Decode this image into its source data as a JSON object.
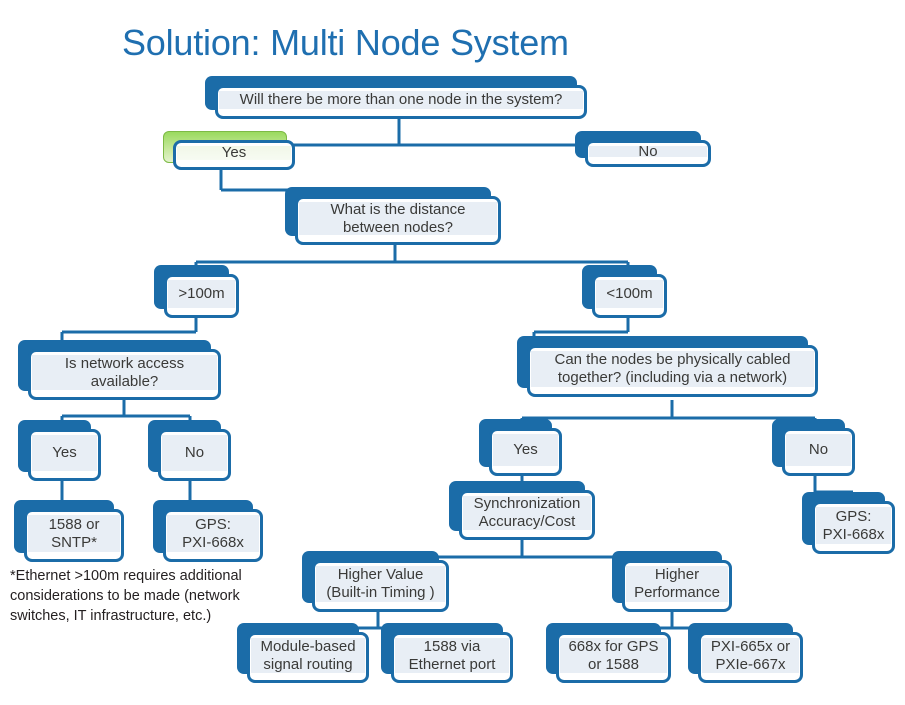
{
  "title": "Solution: Multi Node System",
  "colors": {
    "title_blue": "#1F6FB0",
    "box_border_blue": "#1B6CA8",
    "box_shadow_blue": "#1B6CA8",
    "box_fill": "#E8EEF5",
    "highlight_green": "#9ADA5E",
    "text": "#3A3A38",
    "background": "#FFFFFF"
  },
  "footnote": "*Ethernet >100m requires additional considerations to be made (network switches, IT infrastructure, etc.)",
  "chart_data": {
    "type": "diagram",
    "title": "Solution: Multi Node System",
    "nodes": [
      {
        "id": "q-multinode",
        "label": "Will there be more than one node in the system?",
        "highlight": false
      },
      {
        "id": "a-yes-top",
        "label": "Yes",
        "highlight": true
      },
      {
        "id": "a-no-top",
        "label": "No",
        "highlight": false
      },
      {
        "id": "q-distance",
        "label": "What is the distance\nbetween nodes?",
        "highlight": false
      },
      {
        "id": "a-over-100m",
        "label": ">100m",
        "highlight": false
      },
      {
        "id": "a-under-100m",
        "label": "<100m",
        "highlight": false
      },
      {
        "id": "q-network",
        "label": "Is network access\navailable?",
        "highlight": false
      },
      {
        "id": "q-cabled",
        "label": "Can the nodes be physically cabled\ntogether?  (including via a network)",
        "highlight": false
      },
      {
        "id": "a-net-yes",
        "label": "Yes",
        "highlight": false
      },
      {
        "id": "a-net-no",
        "label": "No",
        "highlight": false
      },
      {
        "id": "r-1588-sntp",
        "label": "1588 or\nSNTP*",
        "highlight": false
      },
      {
        "id": "r-gps-668x-left",
        "label": "GPS:\nPXI-668x",
        "highlight": false
      },
      {
        "id": "a-cab-yes",
        "label": "Yes",
        "highlight": false
      },
      {
        "id": "a-cab-no",
        "label": "No",
        "highlight": false
      },
      {
        "id": "q-sync",
        "label": "Synchronization\nAccuracy/Cost",
        "highlight": false
      },
      {
        "id": "r-gps-668x-right",
        "label": "GPS:\nPXI-668x",
        "highlight": false
      },
      {
        "id": "a-higher-value",
        "label": "Higher Value\n(Built-in Timing )",
        "highlight": false
      },
      {
        "id": "a-higher-perf",
        "label": "Higher\nPerformance",
        "highlight": false
      },
      {
        "id": "r-module-based",
        "label": "Module-based\nsignal routing",
        "highlight": false
      },
      {
        "id": "r-1588-eth",
        "label": "1588 via\nEthernet port",
        "highlight": false
      },
      {
        "id": "r-668x-gps",
        "label": "668x  for GPS\nor 1588",
        "highlight": false
      },
      {
        "id": "r-pxi-665x",
        "label": "PXI-665x or\nPXIe-667x",
        "highlight": false
      }
    ],
    "edges": [
      [
        "q-multinode",
        "a-yes-top"
      ],
      [
        "q-multinode",
        "a-no-top"
      ],
      [
        "a-yes-top",
        "q-distance"
      ],
      [
        "q-distance",
        "a-over-100m"
      ],
      [
        "q-distance",
        "a-under-100m"
      ],
      [
        "a-over-100m",
        "q-network"
      ],
      [
        "a-under-100m",
        "q-cabled"
      ],
      [
        "q-network",
        "a-net-yes"
      ],
      [
        "q-network",
        "a-net-no"
      ],
      [
        "a-net-yes",
        "r-1588-sntp"
      ],
      [
        "a-net-no",
        "r-gps-668x-left"
      ],
      [
        "q-cabled",
        "a-cab-yes"
      ],
      [
        "q-cabled",
        "a-cab-no"
      ],
      [
        "a-cab-yes",
        "q-sync"
      ],
      [
        "a-cab-no",
        "r-gps-668x-right"
      ],
      [
        "q-sync",
        "a-higher-value"
      ],
      [
        "q-sync",
        "a-higher-perf"
      ],
      [
        "a-higher-value",
        "r-module-based"
      ],
      [
        "a-higher-value",
        "r-1588-eth"
      ],
      [
        "a-higher-perf",
        "r-668x-gps"
      ],
      [
        "a-higher-perf",
        "r-pxi-665x"
      ]
    ]
  }
}
